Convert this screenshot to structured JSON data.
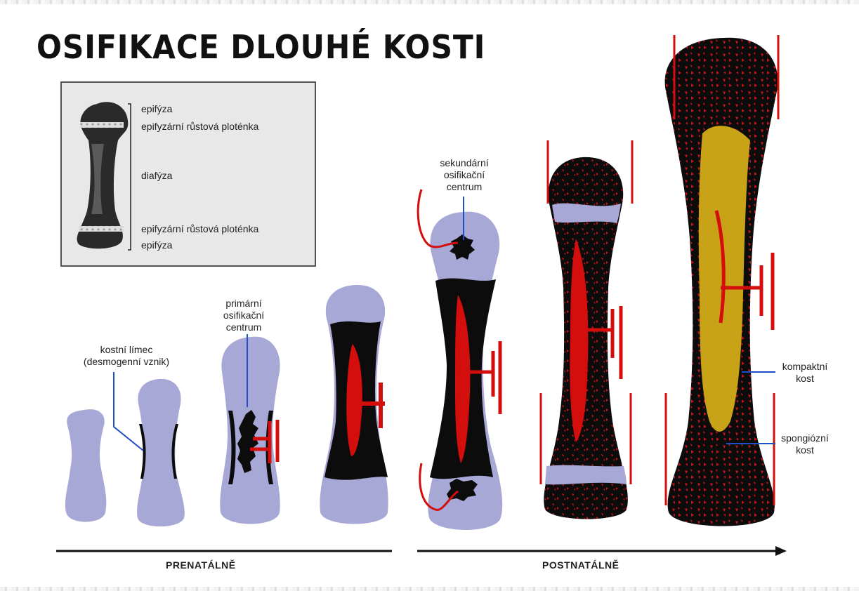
{
  "title": "OSIFIKACE DLOUHÉ KOSTI",
  "inset": {
    "labels": {
      "epiphysis_top": "epifýza",
      "growth_plate_top": "epifyzární růstová ploténka",
      "diaphysis": "diafýza",
      "growth_plate_bottom": "epifyzární růstová ploténka",
      "epiphysis_bottom": "epifýza"
    }
  },
  "labels": {
    "bone_collar_1": "kostní límec",
    "bone_collar_2": "(desmogenní vznik)",
    "primary_1": "primární",
    "primary_2": "osifikační",
    "primary_3": "centrum",
    "secondary_1": "sekundární",
    "secondary_2": "osifikační",
    "secondary_3": "centrum",
    "compact_1": "kompaktní",
    "compact_2": "kost",
    "spongy_1": "spongiózní",
    "spongy_2": "kost"
  },
  "timeline": {
    "prenatal": "PRENATÁLNĚ",
    "postnatal": "POSTNATÁLNĚ"
  },
  "colors": {
    "cartilage": "#a8a8d6",
    "bone": "#0c0c0c",
    "blood": "#d40d0d",
    "marrow": "#c9a317",
    "annotation_line": "#1f4fc4"
  }
}
